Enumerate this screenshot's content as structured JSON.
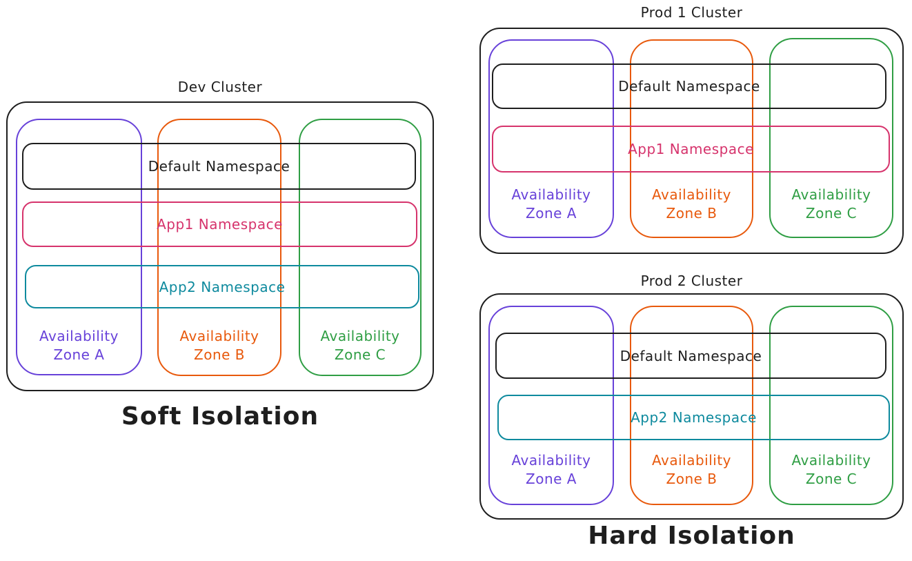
{
  "palette": {
    "ink": "#1e1e1e",
    "purple": "#6741d9",
    "orange": "#e8590c",
    "green": "#2f9e44",
    "pink": "#d6336c",
    "teal": "#0e8a9e",
    "background": "#ffffff"
  },
  "clusters": [
    {
      "title": "Dev Cluster",
      "caption": "Soft Isolation",
      "zones": [
        {
          "line1": "Availability",
          "line2": "Zone A",
          "color": "#6741d9"
        },
        {
          "line1": "Availability",
          "line2": "Zone B",
          "color": "#e8590c"
        },
        {
          "line1": "Availability",
          "line2": "Zone C",
          "color": "#2f9e44"
        }
      ],
      "namespaces": [
        {
          "label": "Default Namespace",
          "color": "#1e1e1e"
        },
        {
          "label": "App1 Namespace",
          "color": "#d6336c"
        },
        {
          "label": "App2 Namespace",
          "color": "#0e8a9e"
        }
      ]
    },
    {
      "title": "Prod 1 Cluster",
      "caption": "",
      "zones": [
        {
          "line1": "Availability",
          "line2": "Zone A",
          "color": "#6741d9"
        },
        {
          "line1": "Availability",
          "line2": "Zone B",
          "color": "#e8590c"
        },
        {
          "line1": "Availability",
          "line2": "Zone C",
          "color": "#2f9e44"
        }
      ],
      "namespaces": [
        {
          "label": "Default Namespace",
          "color": "#1e1e1e"
        },
        {
          "label": "App1 Namespace",
          "color": "#d6336c"
        }
      ]
    },
    {
      "title": "Prod 2 Cluster",
      "caption": "Hard Isolation",
      "zones": [
        {
          "line1": "Availability",
          "line2": "Zone A",
          "color": "#6741d9"
        },
        {
          "line1": "Availability",
          "line2": "Zone B",
          "color": "#e8590c"
        },
        {
          "line1": "Availability",
          "line2": "Zone C",
          "color": "#2f9e44"
        }
      ],
      "namespaces": [
        {
          "label": "Default Namespace",
          "color": "#1e1e1e"
        },
        {
          "label": "App2 Namespace",
          "color": "#0e8a9e"
        }
      ]
    }
  ]
}
